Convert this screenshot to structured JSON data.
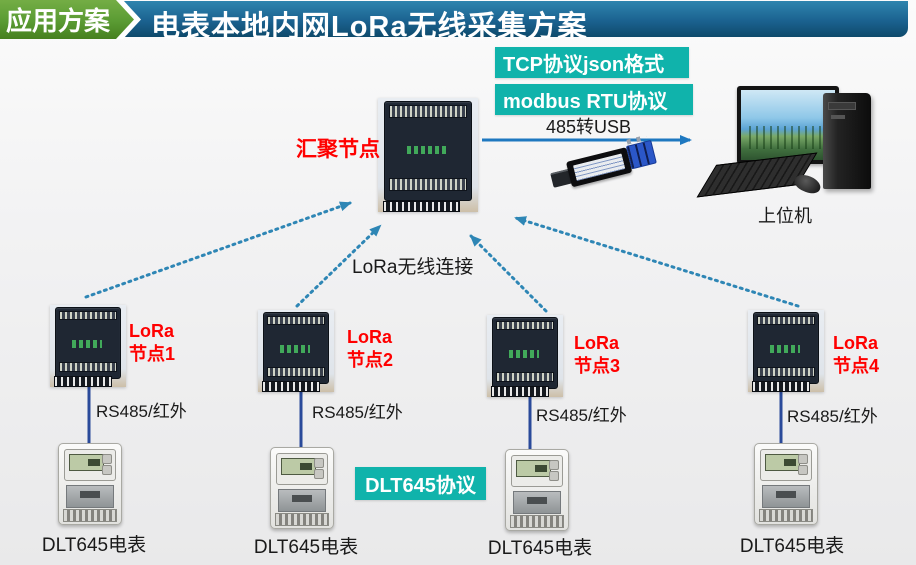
{
  "header": {
    "badge": "应用方案",
    "title": "电表本地内网LoRa无线采集方案"
  },
  "protocol_labels": {
    "tcp_json": "TCP协议json格式",
    "modbus_rtu": "modbus RTU协议",
    "dlt645": "DLT645协议"
  },
  "hub": {
    "label": "汇聚节点"
  },
  "connections": {
    "usb_link": "485转USB",
    "lora_link": "LoRa无线连接"
  },
  "host_pc": {
    "label": "上位机"
  },
  "nodes": [
    {
      "name": "LoRa",
      "number": "节点1",
      "bus": "RS485/红外"
    },
    {
      "name": "LoRa",
      "number": "节点2",
      "bus": "RS485/红外"
    },
    {
      "name": "LoRa",
      "number": "节点3",
      "bus": "RS485/红外"
    },
    {
      "name": "LoRa",
      "number": "节点4",
      "bus": "RS485/红外"
    }
  ],
  "meters": [
    {
      "label": "DLT645电表"
    },
    {
      "label": "DLT645电表"
    },
    {
      "label": "DLT645电表"
    },
    {
      "label": "DLT645电表"
    }
  ],
  "colors": {
    "badge_green": "#5a9b33",
    "banner_blue_top": "#2f85ae",
    "banner_blue_bottom": "#0e4a6b",
    "teal_box": "#10b3ab",
    "label_red": "#ff0000",
    "arrow_blue": "#2e86b5",
    "solid_arrow_blue": "#1e78c0",
    "wire_blue": "#2a4a9a"
  }
}
